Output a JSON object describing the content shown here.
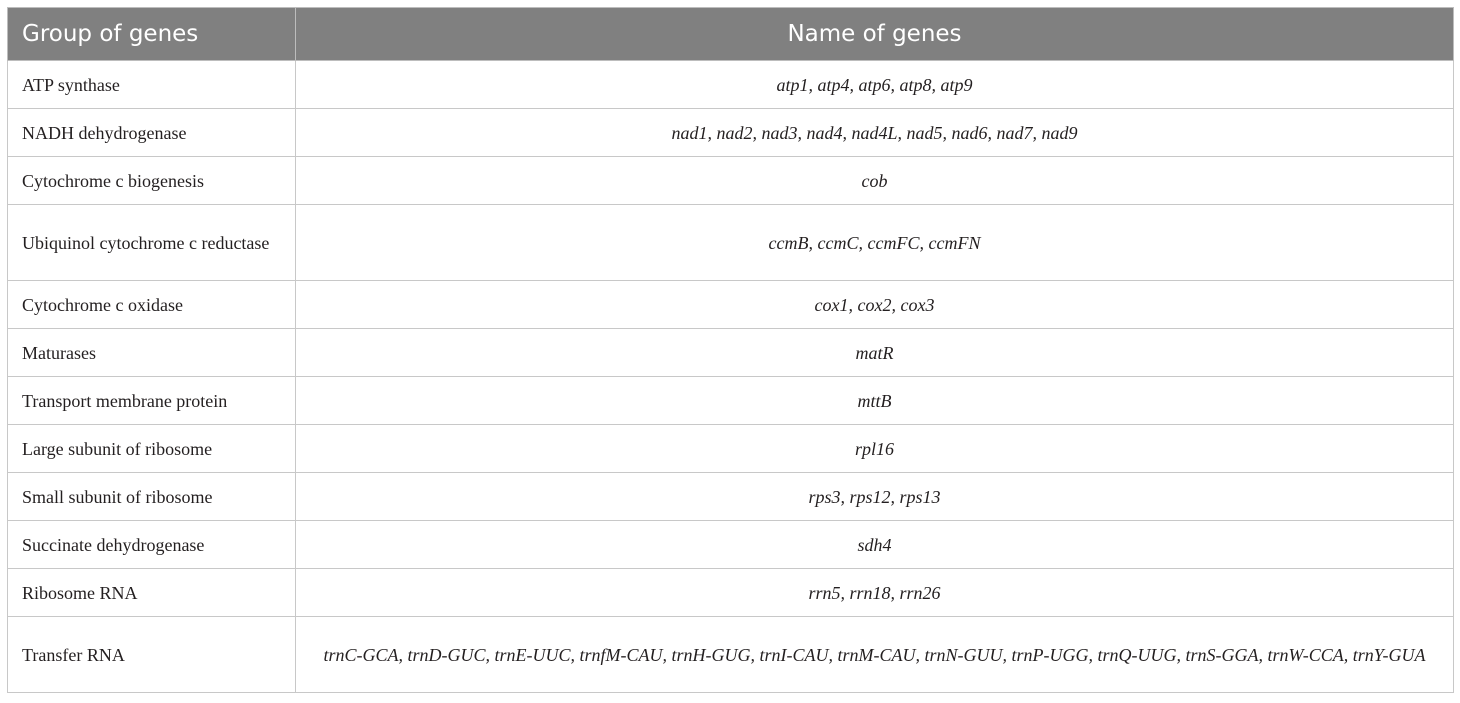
{
  "table": {
    "headers": [
      "Group of genes",
      "Name of genes"
    ],
    "rows": [
      {
        "group": "ATP synthase",
        "genes": "atp1, atp4, atp6, atp8, atp9"
      },
      {
        "group": "NADH dehydrogenase",
        "genes": "nad1, nad2, nad3, nad4, nad4L, nad5, nad6, nad7, nad9"
      },
      {
        "group": "Cytochrome c biogenesis",
        "genes": "cob"
      },
      {
        "group": "Ubiquinol cytochrome c reductase",
        "genes": "ccmB, ccmC, ccmFC, ccmFN"
      },
      {
        "group": "Cytochrome c oxidase",
        "genes": "cox1, cox2, cox3"
      },
      {
        "group": "Maturases",
        "genes": "matR"
      },
      {
        "group": "Transport membrane protein",
        "genes": "mttB"
      },
      {
        "group": "Large subunit of ribosome",
        "genes": "rpl16"
      },
      {
        "group": "Small subunit of ribosome",
        "genes": "rps3, rps12, rps13"
      },
      {
        "group": "Succinate dehydrogenase",
        "genes": "sdh4"
      },
      {
        "group": "Ribosome RNA",
        "genes": "rrn5, rrn18, rrn26"
      },
      {
        "group": "Transfer RNA",
        "genes": "trnC-GCA, trnD-GUC, trnE-UUC, trnfM-CAU, trnH-GUG, trnI-CAU, trnM-CAU, trnN-GUU, trnP-UGG, trnQ-UUG, trnS-GGA, trnW-CCA, trnY-GUA"
      }
    ]
  }
}
